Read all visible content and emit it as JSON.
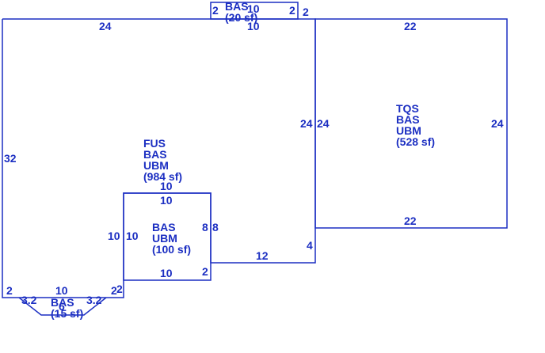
{
  "colors": {
    "line": "#1c2fc2",
    "background": "#ffffff"
  },
  "areas": {
    "main": {
      "lines": [
        "FUS",
        "BAS",
        "UBM",
        "(984 sf)"
      ]
    },
    "garage": {
      "lines": [
        "TQS",
        "BAS",
        "UBM",
        "(528 sf)"
      ]
    },
    "inner": {
      "lines": [
        "BAS",
        "UBM",
        "(100 sf)"
      ]
    },
    "top_bay": {
      "lines": [
        "BAS",
        "(20 sf)"
      ]
    },
    "bottom_bay": {
      "lines": [
        "BAS",
        "(15 sf)"
      ]
    }
  },
  "dims": {
    "main_top": "24",
    "main_left": "32",
    "main_right": "24",
    "main_bottom_right": "12",
    "main_step": "4",
    "main_bottom_left": "2",
    "top_bay_left": "2",
    "top_bay_right": "2",
    "top_bay_top": "10",
    "top_bay_bottom": "10",
    "top_bay_outer": "2",
    "garage_top": "22",
    "garage_left": "24",
    "garage_right": "24",
    "garage_bottom": "22",
    "inner_top_out": "10",
    "inner_top_in": "10",
    "inner_left_out": "10",
    "inner_left_in": "10",
    "inner_right_in": "8",
    "inner_right_out": "8",
    "inner_bottom": "10",
    "inner_corner": "2",
    "bottom_bay_top": "10",
    "bottom_bay_left": "3.2",
    "bottom_bay_right": "3.2",
    "bottom_bay_corner": "2",
    "bottom_bay_inner": "2",
    "bottom_bay_bottom": "6"
  }
}
